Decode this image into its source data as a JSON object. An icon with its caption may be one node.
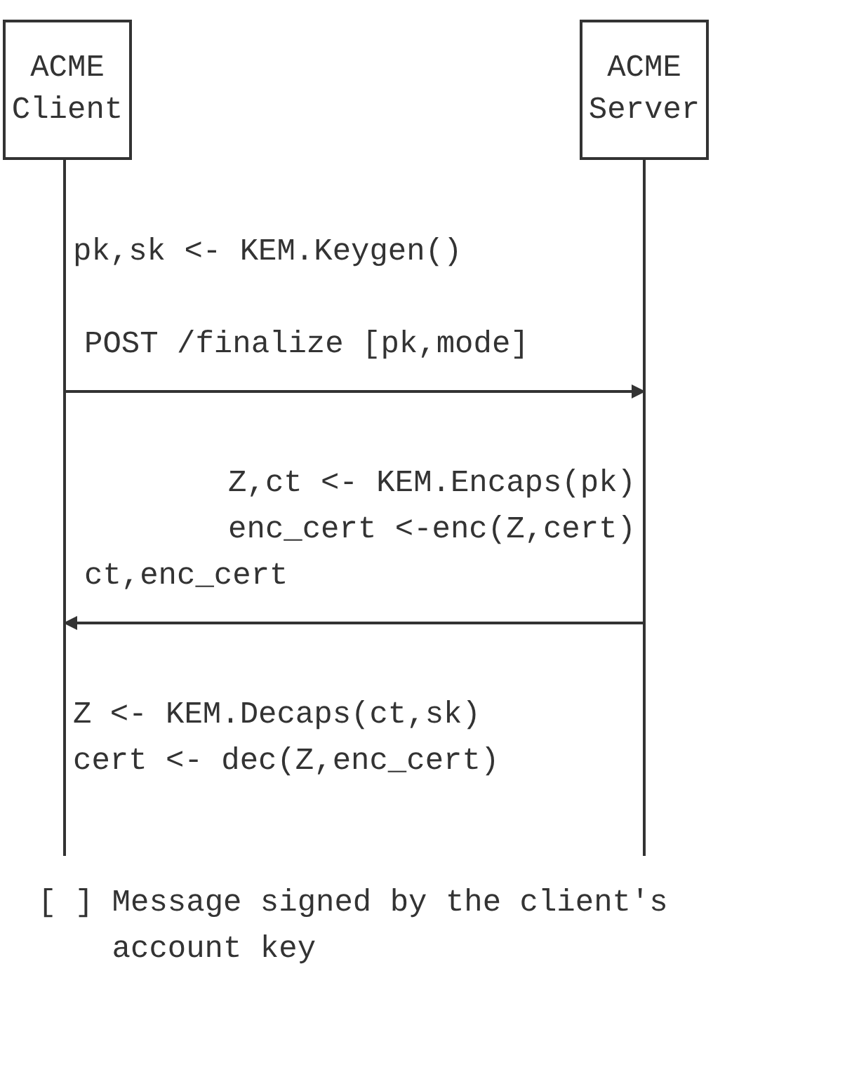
{
  "diagram": {
    "nodes": [
      {
        "text": [
          "ACME Client"
        ]
      },
      {
        "text": [
          "ACME Server"
        ]
      }
    ],
    "edges": [
      {
        "from": 0,
        "to": 1,
        "arrow": "to",
        "label": "POST /finalize [pk,mode]"
      },
      {
        "from": 1,
        "to": 0,
        "arrow": "to",
        "label": "ct,enc_cert"
      }
    ],
    "labels": [
      "pk,sk <- KEM.Keygen()",
      "Z,ct <- KEM.Encaps(pk)",
      "enc_cert <-enc(Z,cert)",
      "Z <- KEM.Decaps(ct,sk)",
      "cert <- dec(Z,enc_cert)",
      "[ ] Message signed by the client's account key"
    ]
  }
}
